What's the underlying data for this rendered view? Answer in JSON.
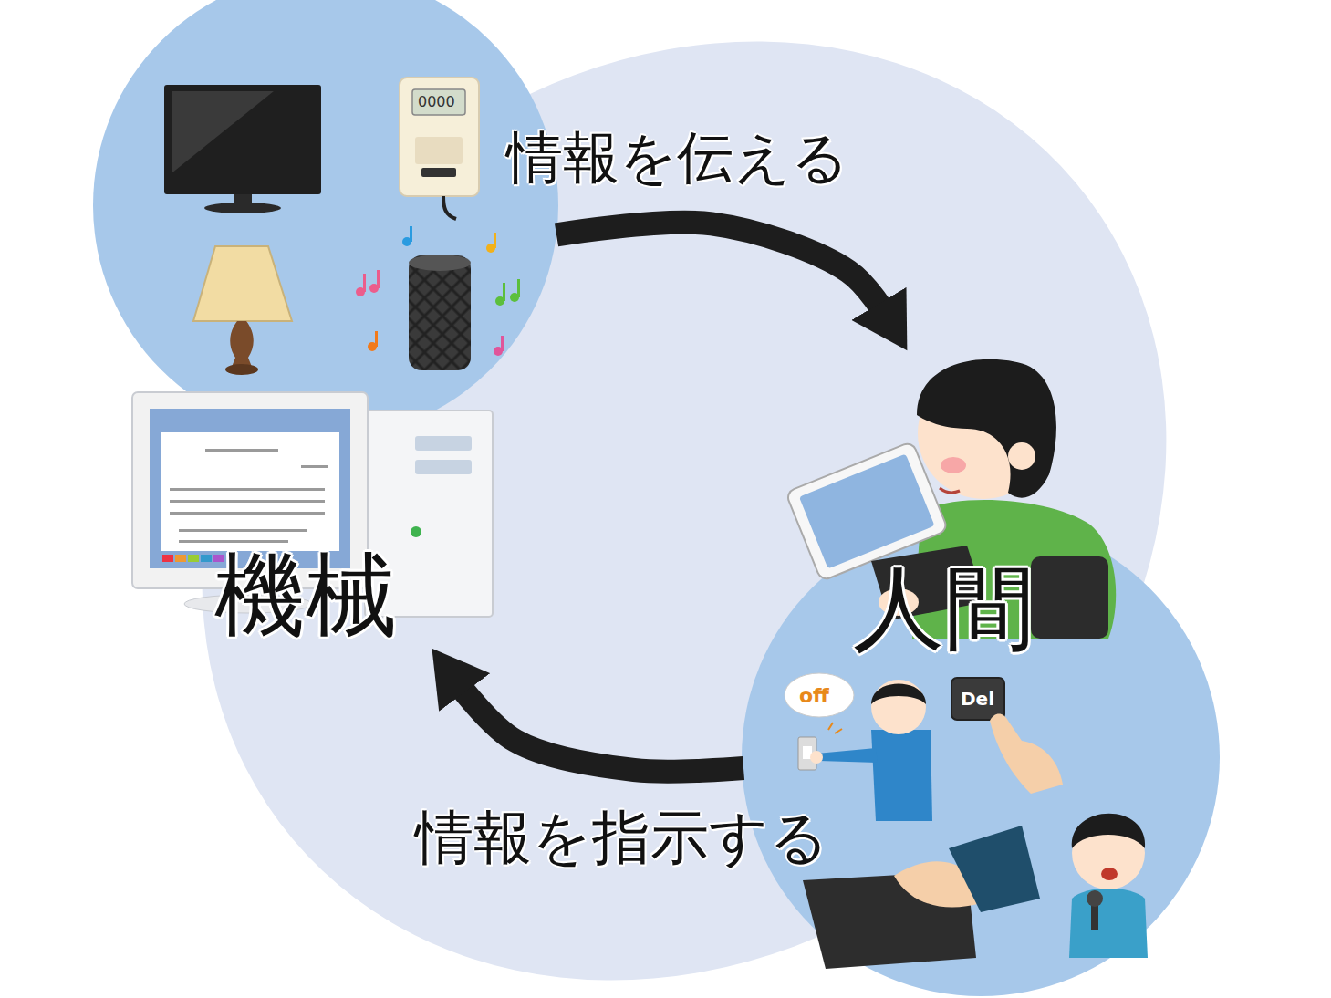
{
  "diagram": {
    "nodes": [
      {
        "text": [
          "機械"
        ]
      },
      {
        "text": [
          "人間"
        ]
      }
    ],
    "edges": [
      {
        "from": 0,
        "to": 1,
        "arrow": "to",
        "label": "情報を伝える"
      },
      {
        "from": 1,
        "to": 0,
        "arrow": "to",
        "label": "情報を指示する"
      }
    ],
    "labels": [
      "0000",
      "off",
      "Del"
    ]
  }
}
